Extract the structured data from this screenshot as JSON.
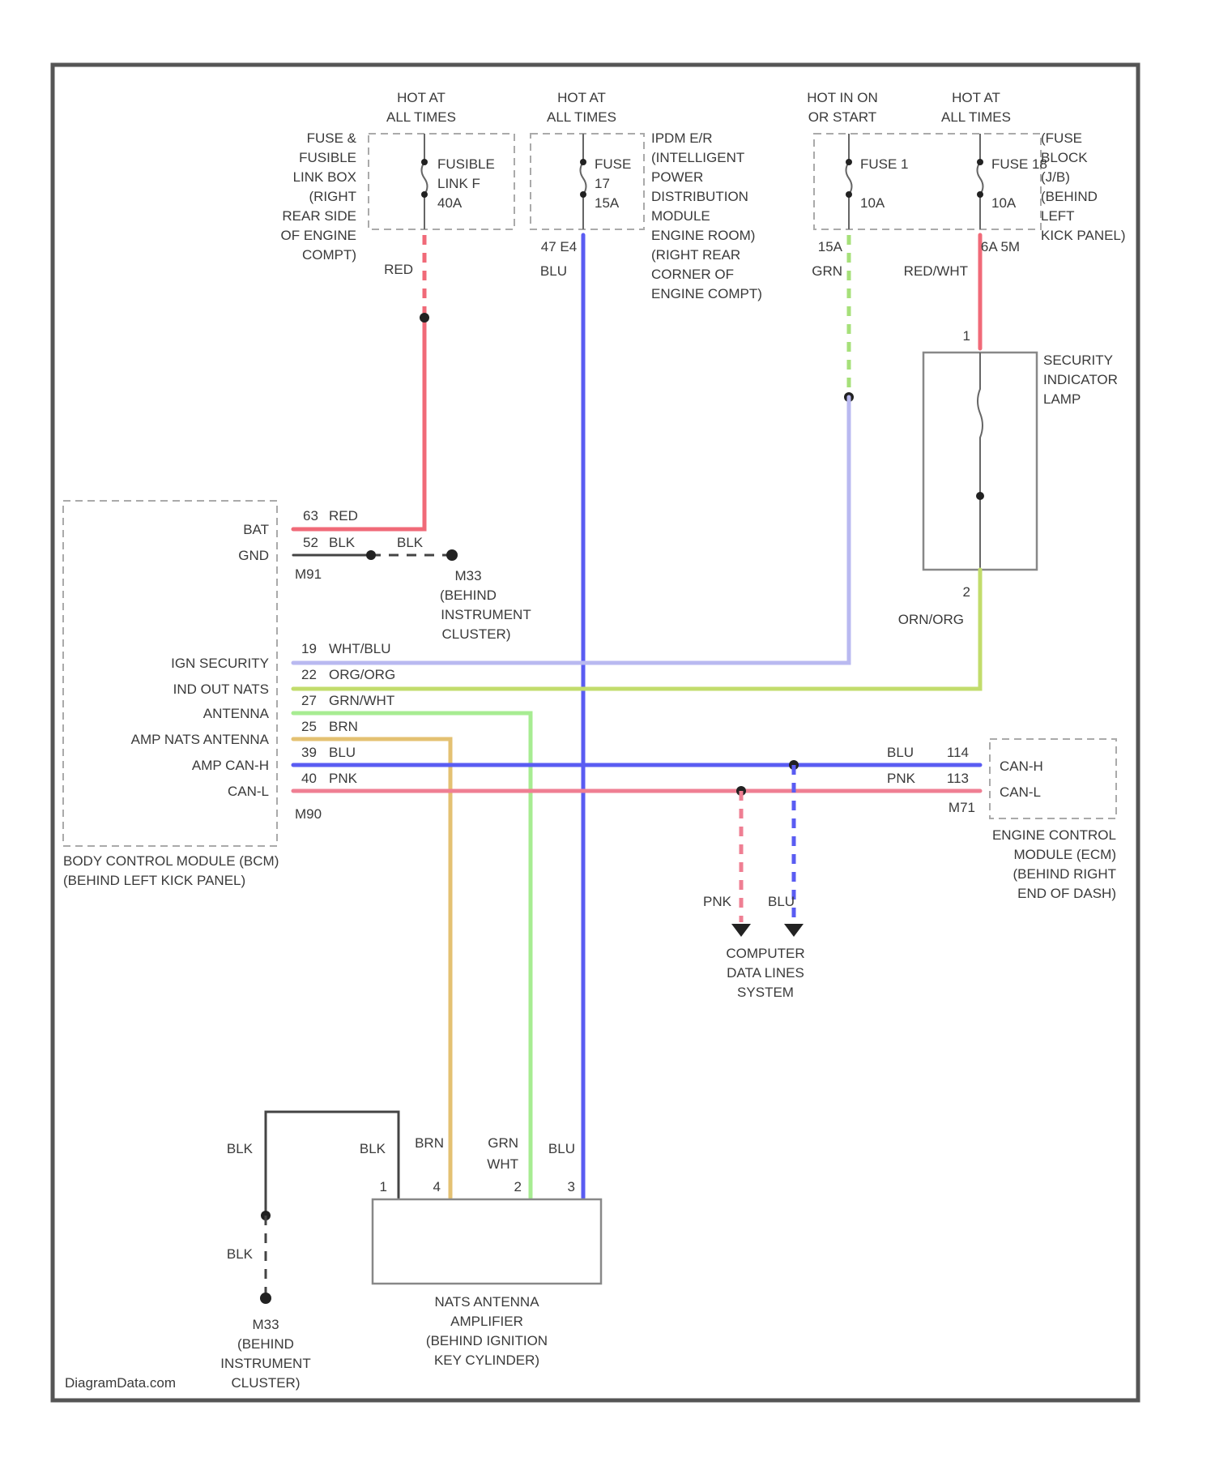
{
  "colors": {
    "red": "#f06a78",
    "blue": "#5a5cf2",
    "green": "#a6e07a",
    "lavender": "#b9b9f0",
    "yellowgreen": "#c2dc6c",
    "lightgreen": "#a7ec92",
    "tan": "#e4c172",
    "pink": "#ef7f93",
    "black": "#444444"
  },
  "hot_labels": {
    "fusible": [
      "HOT AT",
      "ALL TIMES"
    ],
    "ipdm": [
      "HOT AT",
      "ALL TIMES"
    ],
    "ign": [
      "HOT IN ON",
      "OR START"
    ],
    "fuse_block": [
      "HOT AT",
      "ALL TIMES"
    ]
  },
  "fuse_box_label": [
    "FUSE &",
    "FUSIBLE",
    "LINK BOX",
    "(RIGHT",
    "REAR SIDE",
    "OF ENGINE",
    "COMPT)"
  ],
  "fusible_link": [
    "FUSIBLE",
    "LINK F",
    "40A"
  ],
  "ipdm_fuse": [
    "FUSE",
    "17",
    "15A"
  ],
  "ipdm_label": [
    "IPDM E/R",
    "(INTELLIGENT",
    "POWER",
    "DISTRIBUTION",
    "MODULE",
    "ENGINE ROOM)",
    "(RIGHT REAR",
    "CORNER OF",
    "ENGINE COMPT)"
  ],
  "fuse1": [
    "FUSE 1",
    "10A"
  ],
  "fuse_r": [
    "FUSE 18",
    "10A"
  ],
  "fuse_block_label": [
    "(FUSE",
    "BLOCK",
    "(J/B)",
    "(BEHIND",
    "LEFT",
    "KICK PANEL)"
  ],
  "wire_labels": {
    "red_top": "RED",
    "ipdm_pins": "47  E4",
    "blu_top": "BLU",
    "ign_pin": "15A",
    "grn_top": "GRN",
    "fb_pins": "6A   5M",
    "redwht": "RED/WHT",
    "pin_1": "1",
    "pin_2": "2",
    "orgorg": "ORN/ORG",
    "red_bcm": "RED",
    "blk_bcm": "BLK",
    "blk_bcm2": "BLK",
    "pin_bat": "63",
    "pin_gnd": "52",
    "conn_m91": "M91",
    "pin_19": "19",
    "wire_19": "WHT/BLU",
    "pin_22": "22",
    "wire_22": "ORG/ORG",
    "pin_27": "27",
    "wire_27": "GRN/WHT",
    "pin_25": "25",
    "wire_25": "BRN",
    "pin_39": "39",
    "wire_39": "BLU",
    "pin_40": "40",
    "wire_40": "PNK",
    "conn_m90": "M90",
    "ecm_blu": "BLU",
    "ecm_pnk": "PNK",
    "ecm_pin_h": "114",
    "ecm_pin_l": "113",
    "conn_m71": "M71",
    "cdl_pnk": "PNK",
    "cdl_blu": "BLU",
    "amp_blk_l": "BLK",
    "amp_blk": "BLK",
    "amp_brn": "BRN",
    "amp_grn": "GRN",
    "amp_wht": "WHT",
    "amp_blu": "BLU",
    "amp_pin1": "1",
    "amp_pin4": "4",
    "amp_pin2": "2",
    "amp_pin3": "3",
    "gnd_blk": "BLK"
  },
  "ground_m": [
    "M33",
    "(BEHIND",
    "INSTRUMENT",
    "CLUSTER)"
  ],
  "bcm_pins": [
    "BAT",
    "GND",
    "IGN SECURITY",
    "IND OUT NATS",
    "ANTENNA",
    "AMP NATS ANTENNA",
    "AMP CAN-H",
    "CAN-L"
  ],
  "bcm_label": [
    "BODY CONTROL MODULE (BCM)",
    "(BEHIND LEFT KICK PANEL)"
  ],
  "lamp_label": [
    "SECURITY",
    "INDICATOR",
    "LAMP"
  ],
  "ecm_pins": [
    "CAN-H",
    "CAN-L"
  ],
  "ecm_label": [
    "ENGINE CONTROL",
    "MODULE (ECM)",
    "(BEHIND RIGHT",
    "END OF DASH)"
  ],
  "cdl_label": [
    "COMPUTER",
    "DATA LINES",
    "SYSTEM"
  ],
  "amp_label": [
    "NATS ANTENNA",
    "AMPLIFIER",
    "(BEHIND IGNITION",
    "KEY CYLINDER)"
  ],
  "ground_b": [
    "M33",
    "(BEHIND",
    "INSTRUMENT",
    "CLUSTER)"
  ],
  "watermark": "DiagramData.com"
}
